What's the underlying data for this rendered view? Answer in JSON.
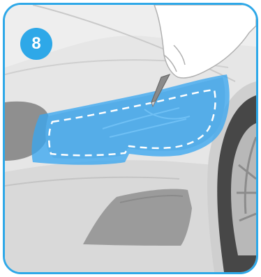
{
  "step": {
    "number": "8"
  },
  "colors": {
    "accent": "#2ea8e8",
    "film": "#3aa6f0",
    "body_light": "#e4e4e4",
    "body_mid": "#d3d3d3",
    "body_dark": "#9a9a9a",
    "tire": "#4a4a4a",
    "cut_line": "#ffffff"
  },
  "illustration": {
    "subject": "car-headlight-protection-film",
    "tool": "utility-knife",
    "action": "trim-excess-film-along-dashed-line"
  }
}
